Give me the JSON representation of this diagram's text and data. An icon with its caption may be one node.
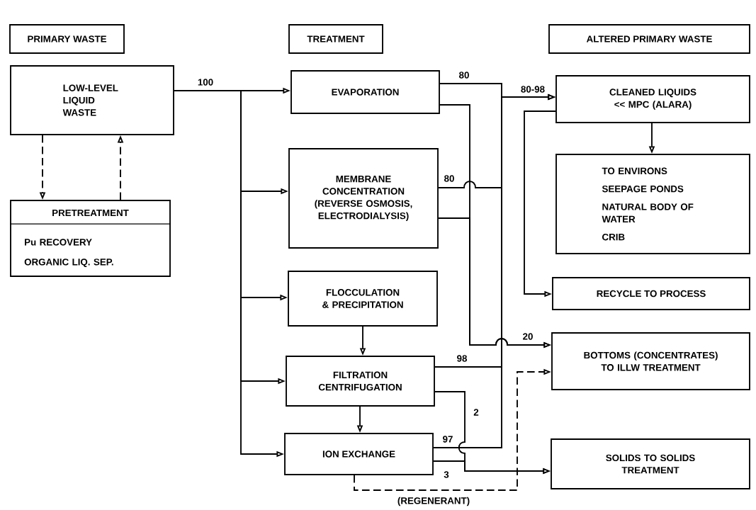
{
  "diagram": {
    "nodes": [
      {
        "text": [
          "PRIMARY WASTE"
        ]
      },
      {
        "text": [
          "TREATMENT"
        ]
      },
      {
        "text": [
          "ALTERED PRIMARY WASTE"
        ]
      },
      {
        "text": [
          "LOW-LEVEL LIQUID WASTE"
        ]
      },
      {
        "text": [
          "PRETREATMENT",
          "Pu RECOVERY",
          "ORGANIC LIQ. SEP."
        ]
      },
      {
        "text": [
          "EVAPORATION"
        ]
      },
      {
        "text": [
          "MEMBRANE CONCENTRATION (REVERSE OSMOSIS, ELECTRODIALYSIS)"
        ]
      },
      {
        "text": [
          "FLOCCULATION & PRECIPITATION"
        ]
      },
      {
        "text": [
          "FILTRATION CENTRIFUGATION"
        ]
      },
      {
        "text": [
          "ION EXCHANGE"
        ]
      },
      {
        "text": [
          "CLEANED LIQUIDS << MPC (ALARA)"
        ]
      },
      {
        "text": [
          "TO ENVIRONS",
          "SEEPAGE PONDS",
          "NATURAL BODY OF WATER",
          "CRIB"
        ]
      },
      {
        "text": [
          "RECYCLE TO PROCESS"
        ]
      },
      {
        "text": [
          "BOTTOMS (CONCENTRATES) TO ILLW TREATMENT"
        ]
      },
      {
        "text": [
          "SOLIDS TO SOLIDS TREATMENT"
        ]
      }
    ],
    "edges": [
      {
        "from": 3,
        "to": 5,
        "arrow": "to",
        "label": "100"
      },
      {
        "from": 3,
        "to": 6,
        "arrow": "to"
      },
      {
        "from": 3,
        "to": 7,
        "arrow": "to"
      },
      {
        "from": 3,
        "to": 8,
        "arrow": "to"
      },
      {
        "from": 3,
        "to": 9,
        "arrow": "to"
      },
      {
        "from": 3,
        "to": 4,
        "arrow": "to",
        "style": "dashed"
      },
      {
        "from": 4,
        "to": 3,
        "arrow": "to",
        "style": "dashed"
      },
      {
        "from": 5,
        "to": 10,
        "arrow": "to",
        "label": "80"
      },
      {
        "from": 6,
        "to": 10,
        "arrow": "to",
        "label": "80"
      },
      {
        "from": 8,
        "to": 10,
        "arrow": "to",
        "label": "98"
      },
      {
        "from": 9,
        "to": 10,
        "arrow": "to",
        "label": "97"
      },
      {
        "from": 5,
        "to": 13,
        "arrow": "to",
        "label": "20"
      },
      {
        "from": 6,
        "to": 13,
        "arrow": "to"
      },
      {
        "from": 7,
        "to": 8,
        "arrow": "to"
      },
      {
        "from": 8,
        "to": 9,
        "arrow": "to"
      },
      {
        "from": 8,
        "to": 14,
        "arrow": "to",
        "label": "2"
      },
      {
        "from": 9,
        "to": 14,
        "arrow": "to",
        "label": "3"
      },
      {
        "from": 9,
        "to": 13,
        "arrow": "to",
        "style": "dashed",
        "label": "(REGENERANT)"
      },
      {
        "from": 10,
        "to": 11,
        "arrow": "to"
      },
      {
        "from": 10,
        "to": 12,
        "arrow": "to"
      }
    ],
    "labels": [
      "80-98"
    ]
  }
}
